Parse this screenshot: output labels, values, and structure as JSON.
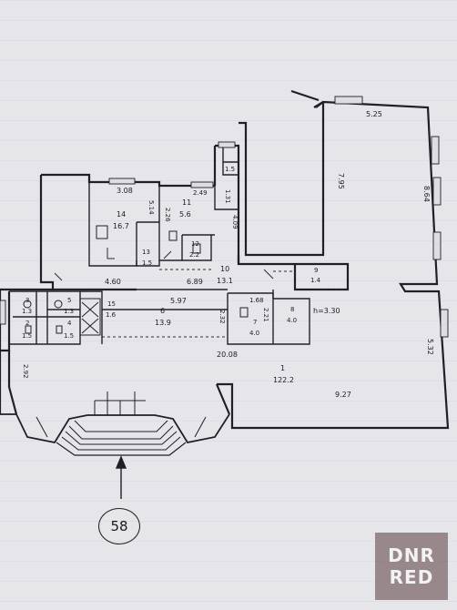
{
  "plan": {
    "sheet_number": "58",
    "ceiling_height": "h=3.30",
    "rooms": [
      {
        "id": "1",
        "no": "1",
        "area": "122.2"
      },
      {
        "id": "2",
        "no": "2",
        "area": "1.5"
      },
      {
        "id": "3",
        "no": "3",
        "area": "1.3"
      },
      {
        "id": "4",
        "no": "4",
        "area": "1.5"
      },
      {
        "id": "5",
        "no": "5",
        "area": "1.3"
      },
      {
        "id": "6",
        "no": "6",
        "area": "13.9"
      },
      {
        "id": "7",
        "no": "7",
        "area": "4.0"
      },
      {
        "id": "8",
        "no": "8",
        "area": "4.0"
      },
      {
        "id": "9",
        "no": "9",
        "area": "1.4"
      },
      {
        "id": "10",
        "no": "10",
        "area": "13.1"
      },
      {
        "id": "11",
        "no": "11",
        "area": "5.6"
      },
      {
        "id": "12",
        "no": "12",
        "area": "2.2"
      },
      {
        "id": "13",
        "no": "13",
        "area": "1.5"
      },
      {
        "id": "14",
        "no": "14",
        "area": "16.7"
      },
      {
        "id": "15",
        "no": "15",
        "area": "1.6"
      },
      {
        "id": "top",
        "no": "",
        "area": "1.5"
      }
    ],
    "dimensions": [
      "5.25",
      "7.95",
      "8.64",
      "3.08",
      "2.49",
      "1.31",
      "5.14",
      "2.26",
      "4.09",
      "4.60",
      "6.89",
      "5.97",
      "2.32",
      "1.68",
      "2.21",
      "20.08",
      "2.92",
      "9.27",
      "5.32"
    ]
  },
  "watermark": {
    "line1": "DNR",
    "line2": "RED"
  }
}
